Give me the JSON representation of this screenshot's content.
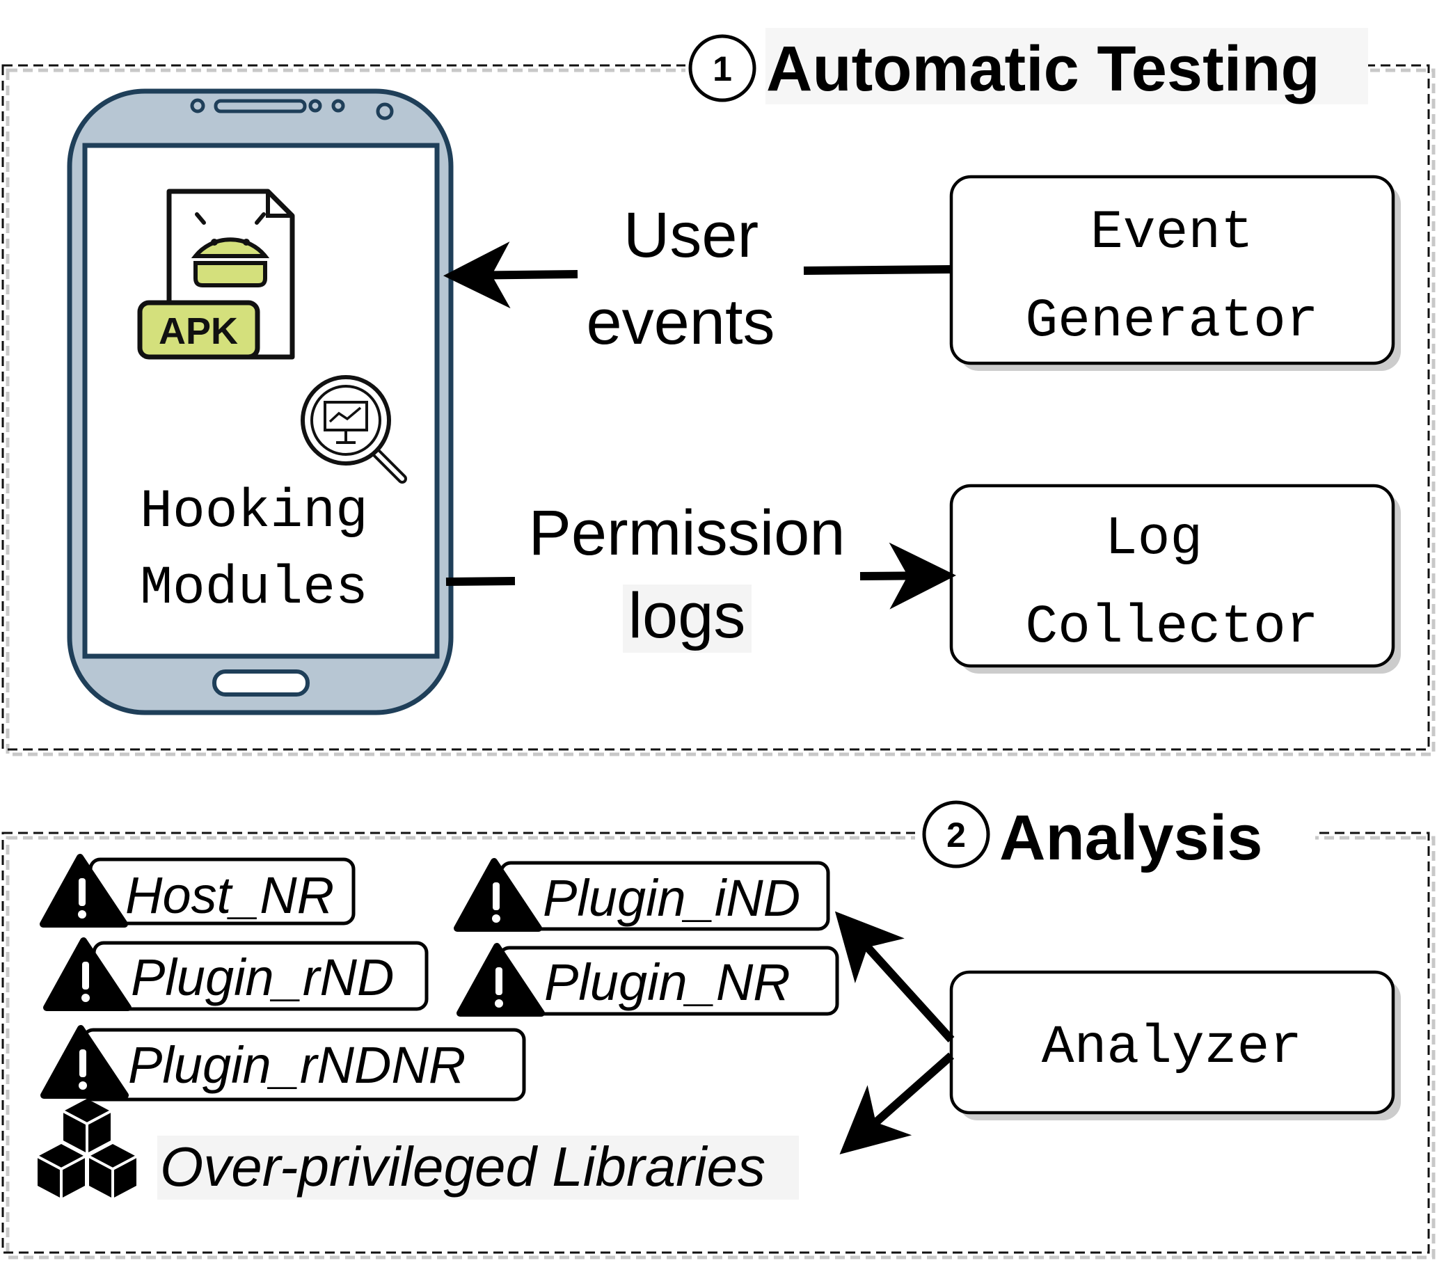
{
  "sections": {
    "automatic": {
      "number": "1",
      "title": "Automatic Testing"
    },
    "analysis": {
      "number": "2",
      "title": "Analysis"
    }
  },
  "phone": {
    "apk_label": "APK",
    "hooking_line1": "Hooking",
    "hooking_line2": "Modules"
  },
  "edges": {
    "user_events_line1": "User",
    "user_events_line2": "events",
    "permission_logs_line1": "Permission",
    "permission_logs_line2": "logs"
  },
  "boxes": {
    "event_generator_line1": "Event",
    "event_generator_line2": "Generator",
    "log_collector_line1": "Log",
    "log_collector_line2": "Collector",
    "analyzer": "Analyzer"
  },
  "warnings": [
    {
      "label": "Host_NR"
    },
    {
      "label": "Plugin_iND"
    },
    {
      "label": "Plugin_rND"
    },
    {
      "label": "Plugin_NR"
    },
    {
      "label": "Plugin_rNDNR"
    }
  ],
  "libraries_label": "Over-privileged Libraries",
  "icons": {
    "phone": "smartphone-icon",
    "apk": "android-apk-file-icon",
    "hook": "magnifier-monitor-icon",
    "warning": "warning-triangle-icon",
    "libraries": "stacked-cubes-icon"
  }
}
